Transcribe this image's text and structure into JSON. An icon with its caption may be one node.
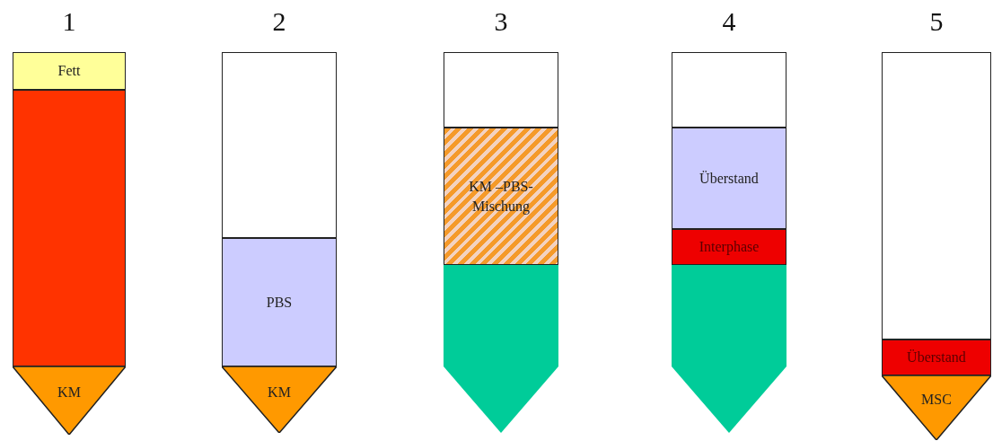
{
  "diagram": {
    "nodes": [
      {
        "text": [
          "Fett"
        ]
      },
      {
        "text": [],
        "shape": "box"
      },
      {
        "text": [
          "KM"
        ]
      },
      {
        "text": [],
        "shape": "box"
      },
      {
        "text": [
          "PBS"
        ]
      },
      {
        "text": [
          "KM"
        ]
      },
      {
        "text": [],
        "shape": "box"
      },
      {
        "text": [
          "KM –PBS-Mischung"
        ]
      },
      {
        "text": [],
        "shape": "box"
      },
      {
        "text": [],
        "shape": "box"
      },
      {
        "text": [
          "Überstand"
        ]
      },
      {
        "text": [
          "Interphase"
        ]
      },
      {
        "text": [],
        "shape": "box"
      },
      {
        "text": [],
        "shape": "box"
      },
      {
        "text": [
          "Überstand"
        ]
      },
      {
        "text": [
          "MSC"
        ]
      }
    ],
    "edges": [],
    "labels": [
      "1",
      "2",
      "3",
      "4",
      "5"
    ]
  }
}
